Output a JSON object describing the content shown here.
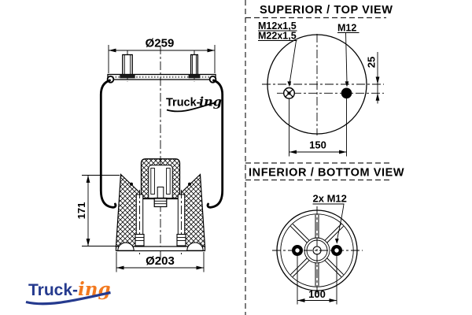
{
  "side_view": {
    "dim_top_diameter": "Ø259",
    "dim_height": "171",
    "dim_bottom_diameter": "Ø203",
    "watermark": {
      "bold": "Truck-",
      "script": "ing"
    }
  },
  "top_view": {
    "title": "SUPERIOR / TOP VIEW",
    "labels": {
      "left_hole_line1": "M12x1,5",
      "left_hole_line2": "M22x1,5",
      "right_hole": "M12"
    },
    "dims": {
      "hole_offset": "25",
      "hole_spacing": "150"
    }
  },
  "bottom_view": {
    "title": "INFERIOR / BOTTOM VIEW",
    "labels": {
      "holes": "2x M12"
    },
    "dims": {
      "hole_spacing": "100"
    }
  },
  "branding": {
    "logo": {
      "bold": "Truck-",
      "script": "ing"
    },
    "colors": {
      "navy": "#253a8e",
      "orange": "#f2791f"
    }
  }
}
